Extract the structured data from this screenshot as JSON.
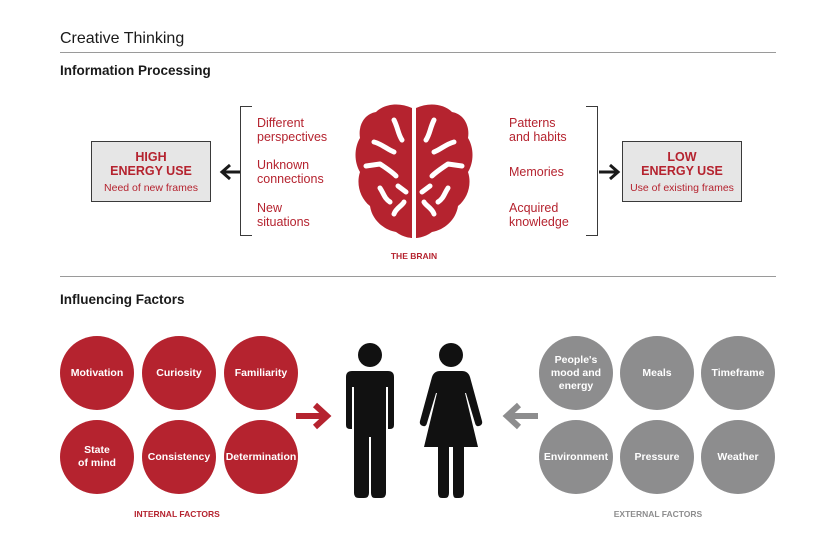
{
  "title": "Creative Thinking",
  "information_processing": {
    "heading": "Information Processing",
    "high_energy": {
      "title_line1": "HIGH",
      "title_line2": "ENERGY USE",
      "subtitle": "Need of new frames"
    },
    "low_energy": {
      "title_line1": "LOW",
      "title_line2": "ENERGY USE",
      "subtitle": "Use of existing frames"
    },
    "left_items": [
      "Different\nperspectives",
      "Unknown\nconnections",
      "New\nsituations"
    ],
    "right_items": [
      "Patterns\nand habits",
      "Memories",
      "Acquired\nknowledge"
    ],
    "brain_label": "THE BRAIN"
  },
  "influencing_factors": {
    "heading": "Influencing Factors",
    "internal": [
      "Motivation",
      "Curiosity",
      "Familiarity",
      "State\nof mind",
      "Consistency",
      "Determination"
    ],
    "external": [
      "People's\nmood and\nenergy",
      "Meals",
      "Timeframe",
      "Environment",
      "Pressure",
      "Weather"
    ],
    "internal_label": "INTERNAL FACTORS",
    "external_label": "EXTERNAL FACTORS"
  },
  "colors": {
    "accent_red": "#b5232f",
    "gray": "#8d8d8e",
    "box_bg": "#e6e6e6",
    "dark": "#1a1a1a"
  },
  "icons": [
    "arrow-left-icon",
    "arrow-right-icon",
    "brain-icon",
    "man-icon",
    "woman-icon"
  ]
}
